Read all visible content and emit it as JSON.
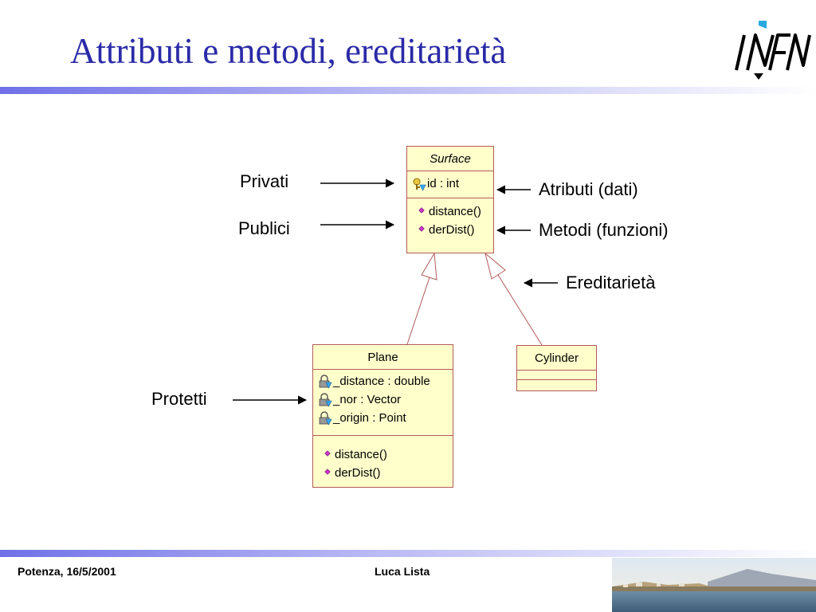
{
  "slide": {
    "title": "Attributi e metodi, ereditarietà",
    "footer_left": "Potenza, 16/5/2001",
    "footer_center": "Luca Lista",
    "logo_text": "INFN"
  },
  "annotations": {
    "privati": "Privati",
    "publici": "Publici",
    "protetti": "Protetti",
    "attributi": "Atributi (dati)",
    "metodi": "Metodi (funzioni)",
    "ereditarieta": "Ereditarietà"
  },
  "classes": {
    "surface": {
      "name": "Surface",
      "attributes": [
        "id : int"
      ],
      "methods": [
        "distance()",
        "derDist()"
      ]
    },
    "plane": {
      "name": "Plane",
      "attributes": [
        "_distance : double",
        "_nor : Vector",
        "_origin : Point"
      ],
      "methods": [
        "distance()",
        "derDist()"
      ]
    },
    "cylinder": {
      "name": "Cylinder"
    }
  },
  "colors": {
    "title": "#2a2aa8",
    "class_fill": "#ffffcc",
    "class_border": "#b35a5a",
    "public_icon": "#cc33cc",
    "private_icon": "#ccaa00",
    "link_icon": "#33aaff"
  }
}
